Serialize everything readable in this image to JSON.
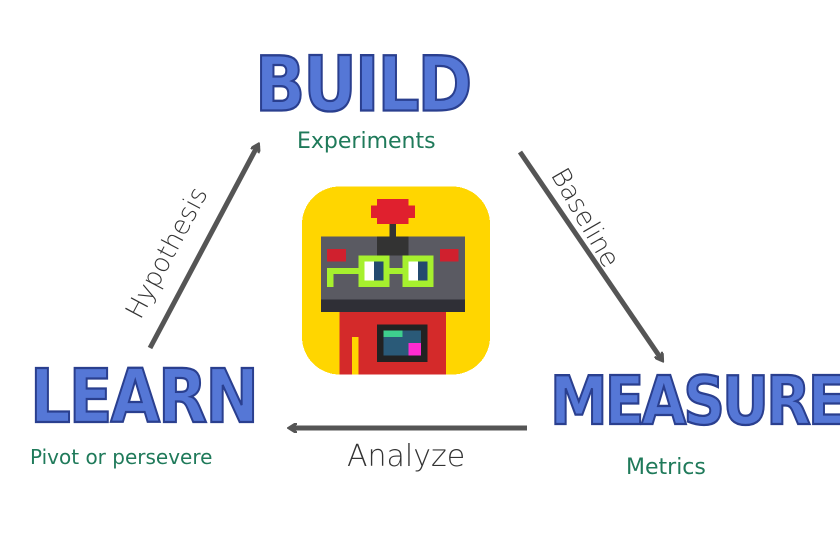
{
  "stages": {
    "build": {
      "title": "BUILD",
      "subtitle": "Experiments"
    },
    "measure": {
      "title": "MEASURE",
      "subtitle": "Metrics"
    },
    "learn": {
      "title": "LEARN",
      "subtitle": "Pivot or persevere"
    }
  },
  "transitions": {
    "build_to_measure": "Baseline",
    "measure_to_learn": "Analyze",
    "learn_to_build": "Hypothesis"
  },
  "colors": {
    "title": "#5577d6",
    "subtitle": "#1f7a5a",
    "arrow": "#555555",
    "icon_bg": "#ffd600"
  }
}
